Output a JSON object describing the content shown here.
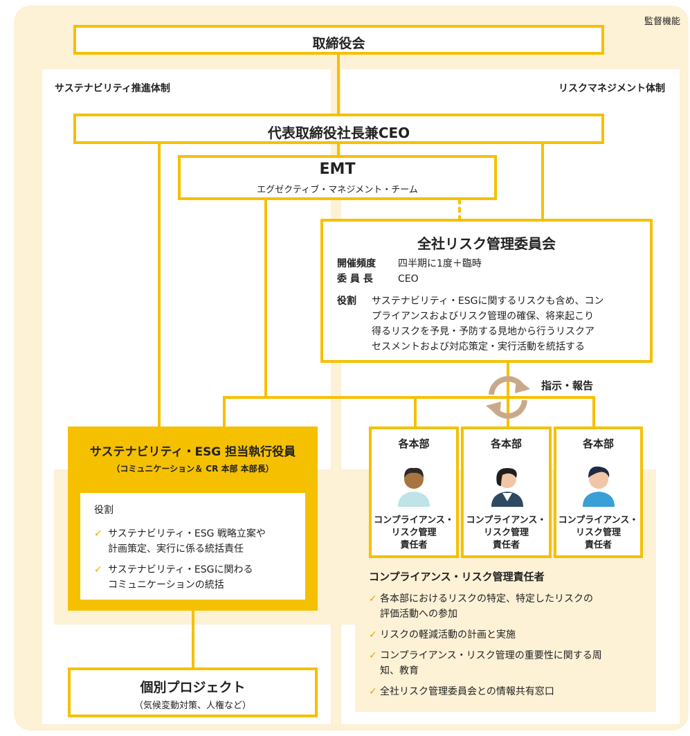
{
  "supervisory_label": "監督機能",
  "board": "取締役会",
  "left_system_title": "サステナビリティ推進体制",
  "right_system_title": "リスクマネジメント体制",
  "ceo": "代表取締役社長兼CEO",
  "emt": {
    "title": "EMT",
    "subtitle": "エグゼクティブ・マネジメント・チーム"
  },
  "risk_committee": {
    "title": "全社リスク管理委員会",
    "frequency_label": "開催頻度",
    "frequency_value": "四半期に1度＋臨時",
    "chair_label": "委 員 長",
    "chair_value": "CEO",
    "role_label": "役割",
    "role_lines": [
      "サステナビリティ・ESGに関するリスクも含め、コン",
      "プライアンスおよびリスク管理の確保、将来起こり",
      "得るリスクを予見・予防する見地から行うリスクア",
      "セスメントおよび対応策定・実行活動を統括する"
    ]
  },
  "instruction_report": "指示・報告",
  "esg_officer": {
    "title": "サステナビリティ・ESG 担当執行役員",
    "subtitle": "（コミュニケーション＆ CR 本部 本部長）",
    "role_label": "役割",
    "items": [
      [
        "サステナビリティ・ESG 戦略立案や",
        "計画策定、実行に係る統括責任"
      ],
      [
        "サステナビリティ・ESGに関わる",
        "コミュニケーションの統括"
      ]
    ]
  },
  "departments": [
    {
      "title": "各本部",
      "lines": [
        "コンプライアンス・",
        "リスク管理",
        "責任者"
      ]
    },
    {
      "title": "各本部",
      "lines": [
        "コンプライアンス・",
        "リスク管理",
        "責任者"
      ]
    },
    {
      "title": "各本部",
      "lines": [
        "コンプライアンス・",
        "リスク管理",
        "責任者"
      ]
    }
  ],
  "manager_section": {
    "title": "コンプライアンス・リスク管理責任者",
    "items": [
      [
        "各本部におけるリスクの特定、特定したリスクの",
        "評価活動への参加"
      ],
      [
        "リスクの軽減活動の計画と実施"
      ],
      [
        "コンプライアンス・リスク管理の重要性に関する周",
        "知、教育"
      ],
      [
        "全社リスク管理委員会との情報共有窓口"
      ]
    ]
  },
  "projects": {
    "title": "個別プロジェクト",
    "subtitle": "（気候変動対策、人権など）"
  },
  "colors": {
    "accent": "#f5c000",
    "background_tint": "#fdf1d6",
    "cycle_arrows": "#c9a98a"
  }
}
